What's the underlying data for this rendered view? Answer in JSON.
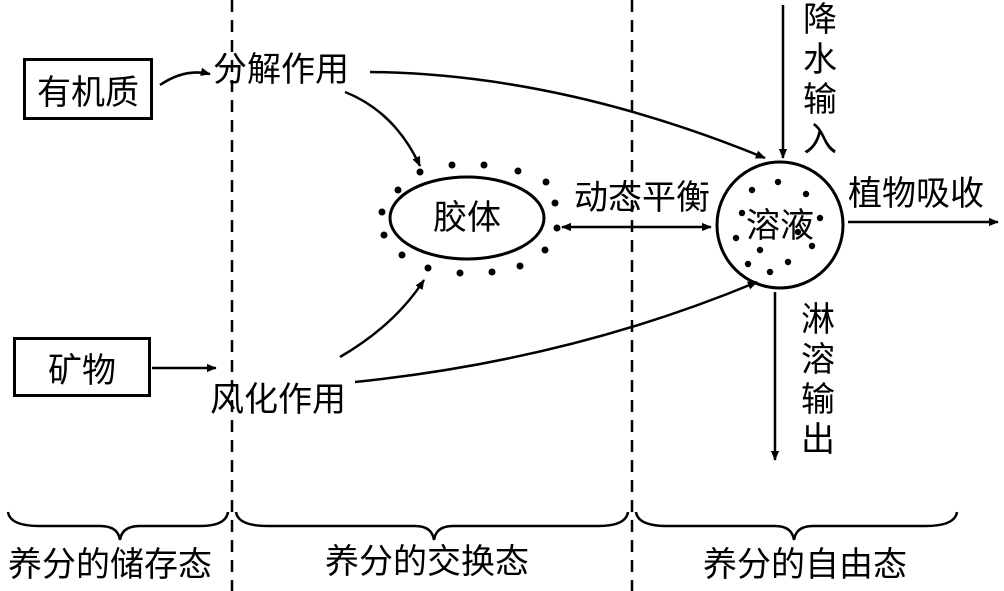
{
  "nodes": {
    "organic_matter": "有机质",
    "mineral": "矿物",
    "decomposition": "分解作用",
    "weathering": "风化作用",
    "colloid": "胶体",
    "solution": "溶液"
  },
  "flows": {
    "equilibrium": "动态平衡",
    "plant_uptake": "植物吸收",
    "precipitation_input": "降水输入",
    "leaching_output": "淋溶输出"
  },
  "sections": {
    "storage": "养分的储存态",
    "exchange": "养分的交换态",
    "free": "养分的自由态"
  }
}
